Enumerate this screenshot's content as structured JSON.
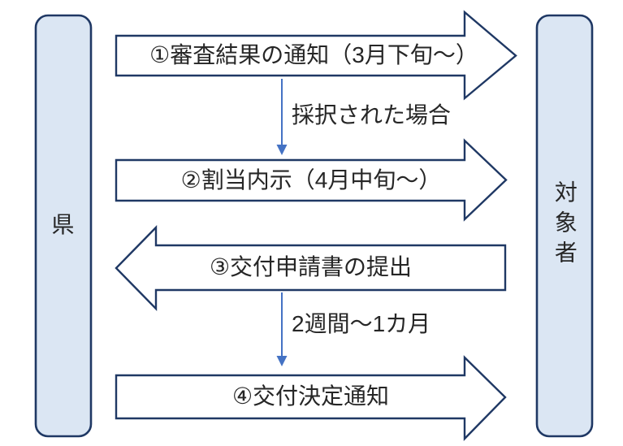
{
  "diagram": {
    "title_implicit": "",
    "left_actor": {
      "label": "県"
    },
    "right_actor": {
      "label": "対象者"
    },
    "steps": [
      {
        "label": "①審査結果の通知（3月下旬～）",
        "direction": "right"
      },
      {
        "label": "②割当内示（4月中旬～）",
        "direction": "right"
      },
      {
        "label": "③交付申請書の提出",
        "direction": "left"
      },
      {
        "label": "④交付決定通知",
        "direction": "right"
      }
    ],
    "connectors": [
      {
        "label": "採択された場合",
        "direction": "down"
      },
      {
        "label": "2週間～1カ月",
        "direction": "down"
      }
    ]
  },
  "colors": {
    "outline_navy": "#1f3864",
    "actor_fill": "#dbe6f3",
    "arrow_fill": "#ffffff",
    "connector_blue": "#4472c4",
    "text_dark": "#262626",
    "background": "#ffffff"
  }
}
